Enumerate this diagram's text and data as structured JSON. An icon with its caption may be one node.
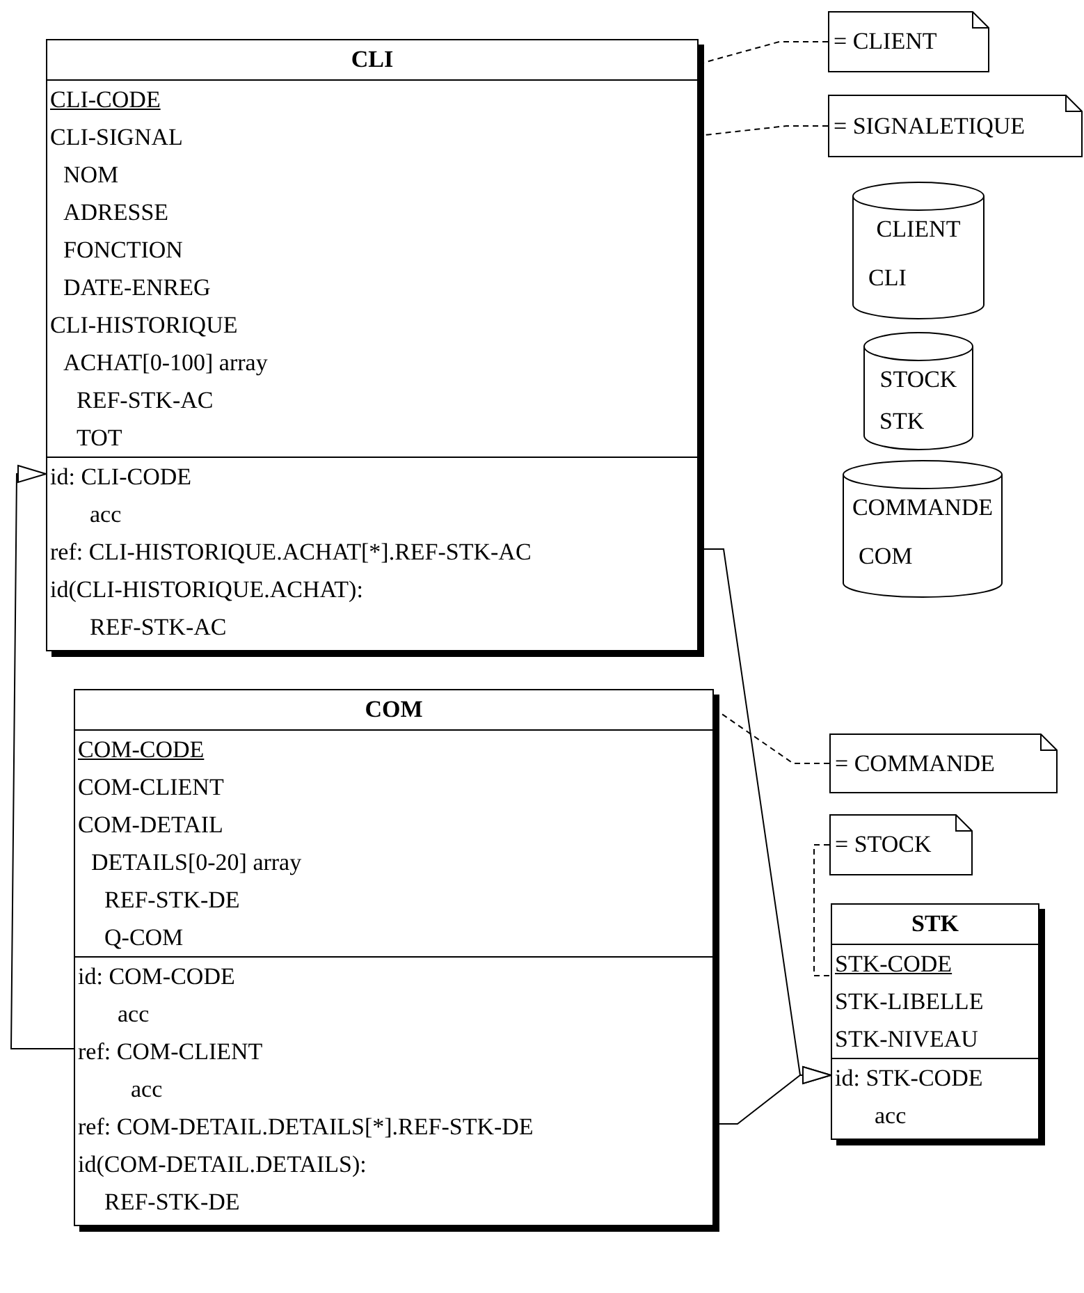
{
  "diagram": {
    "nodes": [
      {
        "text": [
          "CLI",
          "CLI-CODE",
          "CLI-SIGNAL",
          "NOM",
          "ADRESSE",
          "FONCTION",
          "DATE-ENREG",
          "CLI-HISTORIQUE",
          "ACHAT[0-100] array",
          "REF-STK-AC",
          "TOT",
          "id: CLI-CODE",
          "acc",
          "ref: CLI-HISTORIQUE.ACHAT[*].REF-STK-AC",
          "id(CLI-HISTORIQUE.ACHAT):",
          "REF-STK-AC"
        ]
      },
      {
        "text": [
          "= CLIENT"
        ]
      },
      {
        "text": [
          "= SIGNALETIQUE"
        ]
      },
      {
        "text": [
          "CLIENT",
          "CLI"
        ]
      },
      {
        "text": [
          "STOCK",
          "STK"
        ]
      },
      {
        "text": [
          "COMMANDE",
          "COM"
        ]
      },
      {
        "text": [
          "COM",
          "COM-CODE",
          "COM-CLIENT",
          "COM-DETAIL",
          "DETAILS[0-20] array",
          "REF-STK-DE",
          "Q-COM",
          "id: COM-CODE",
          "acc",
          "ref: COM-CLIENT",
          "acc",
          "ref: COM-DETAIL.DETAILS[*].REF-STK-DE",
          "id(COM-DETAIL.DETAILS):",
          "REF-STK-DE"
        ]
      },
      {
        "text": [
          "= COMMANDE"
        ]
      },
      {
        "text": [
          "= STOCK"
        ]
      },
      {
        "text": [
          "STK",
          "STK-CODE",
          "STK-LIBELLE",
          "STK-NIVEAU",
          "id: STK-CODE",
          "acc"
        ]
      }
    ],
    "edges": [
      {
        "from": 1,
        "to": 0,
        "arrow": "none",
        "style": "dashed"
      },
      {
        "from": 2,
        "to": 0,
        "arrow": "none",
        "style": "dashed"
      },
      {
        "from": 0,
        "to": 9,
        "arrow": "to"
      },
      {
        "from": 7,
        "to": 6,
        "arrow": "none",
        "style": "dashed"
      },
      {
        "from": 8,
        "to": 9,
        "arrow": "none",
        "style": "dashed"
      },
      {
        "from": 6,
        "to": 0,
        "arrow": "to"
      },
      {
        "from": 6,
        "to": 9,
        "arrow": "to"
      }
    ]
  }
}
